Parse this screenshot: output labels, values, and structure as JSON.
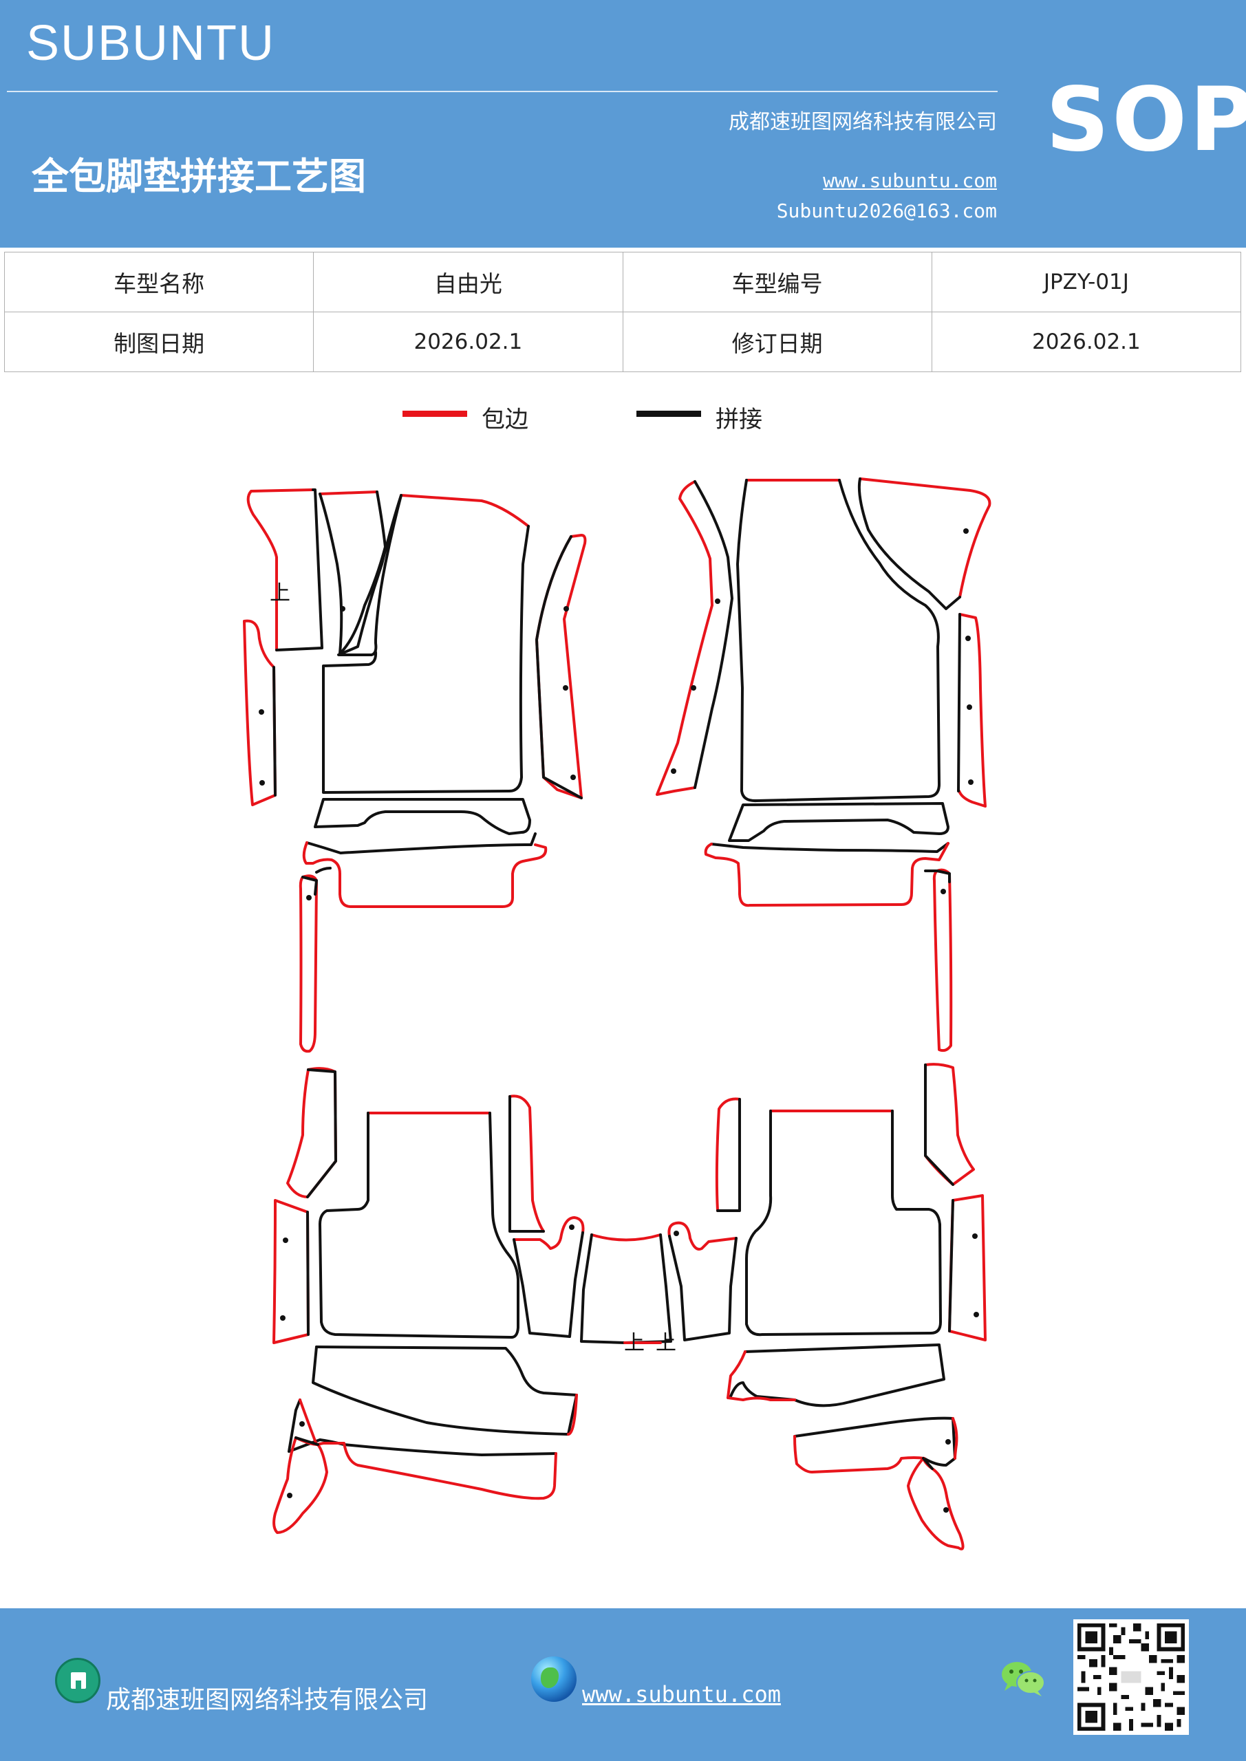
{
  "header": {
    "brand": "SUBUNTU",
    "badge": "SOP",
    "company": "成都速班图网络科技有限公司",
    "title": "全包脚垫拼接工艺图",
    "website": "www.subuntu.com",
    "email": "Subuntu2026@163.com"
  },
  "info_table": [
    [
      "车型名称",
      "自由光",
      "车型编号",
      "JPZY-01J"
    ],
    [
      "制图日期",
      "2026.02.1",
      "修订日期",
      "2026.02.1"
    ]
  ],
  "legend": {
    "edge_label": "包边",
    "seam_label": "拼接",
    "edge_color": "#e8141b",
    "seam_color": "#111111"
  },
  "diagram": {
    "up_marker": "上"
  },
  "footer": {
    "company": "成都速班图网络科技有限公司",
    "website": "www.subuntu.com"
  },
  "colors": {
    "header_bg": "#5b9bd5",
    "footer_bg": "#5b9bd5"
  }
}
